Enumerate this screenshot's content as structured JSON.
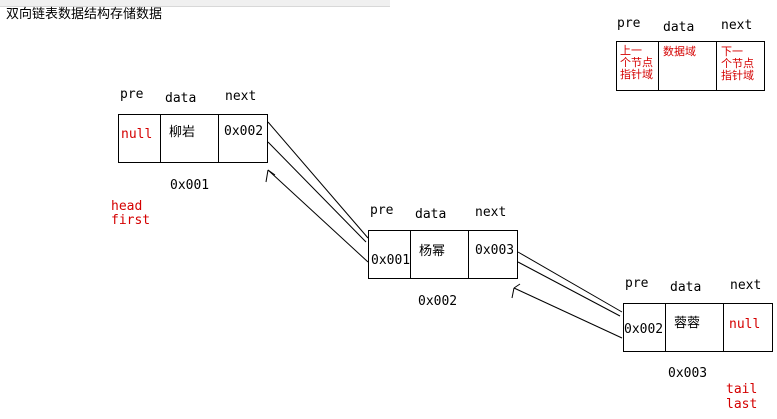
{
  "title": "双向链表数据结构存储数据",
  "legend": {
    "headers": {
      "pre": "pre",
      "data": "data",
      "next": "next"
    },
    "pre_desc": [
      "上一",
      "个节点",
      "指针域"
    ],
    "data_desc": "数据域",
    "next_desc": [
      "下一",
      "个节点",
      "指针域"
    ]
  },
  "nodes": [
    {
      "headers": {
        "pre": "pre",
        "data": "data",
        "next": "next"
      },
      "pre": "null",
      "data": "柳岩",
      "next": "0x002",
      "address": "0x001",
      "tags": [
        "head",
        "first"
      ]
    },
    {
      "headers": {
        "pre": "pre",
        "data": "data",
        "next": "next"
      },
      "pre": "0x001",
      "data": "杨幂",
      "next": "0x003",
      "address": "0x002",
      "tags": []
    },
    {
      "headers": {
        "pre": "pre",
        "data": "data",
        "next": "next"
      },
      "pre": "0x002",
      "data": "蓉蓉",
      "next": "null",
      "address": "0x003",
      "tags": [
        "tail",
        "last"
      ]
    }
  ],
  "colors": {
    "accent": "#d40000",
    "line": "#000000"
  }
}
